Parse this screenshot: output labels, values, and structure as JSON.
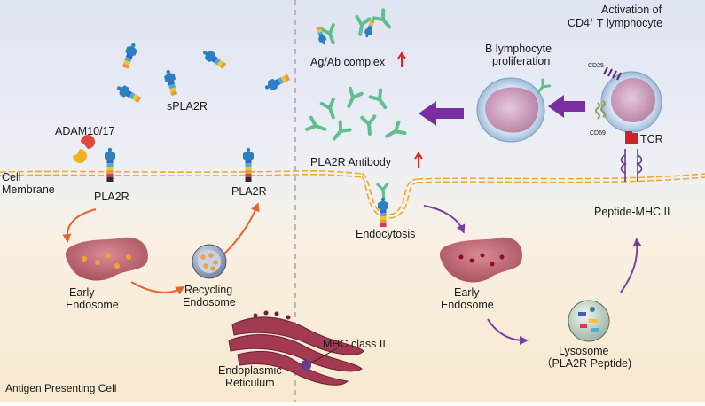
{
  "labels": {
    "spla2r": "sPLA2R",
    "adam": "ADAM10/17",
    "cell": "Cell",
    "membrane": "Membrane",
    "pla2r_left": "PLA2R",
    "pla2r_right": "PLA2R",
    "early_endosome_left_1": "Early",
    "early_endosome_left_2": "Endosome",
    "recycling_endosome_1": "Recycling",
    "recycling_endosome_2": "Endosome",
    "er_1": "Endoplasmic",
    "er_2": "Reticulum",
    "mhc_class_ii": "MHC class II",
    "apc": "Antigen Presenting Cell",
    "ag_ab_complex": "Ag/Ab complex",
    "pla2r_antibody": "PLA2R Antibody",
    "b_lymph_1": "B lymphocyte",
    "b_lymph_2": "proliferation",
    "activation_1": "Activation of",
    "activation_2": "CD4",
    "activation_sup": "+",
    "activation_3": " T lymphocyte",
    "cd25": "CD25",
    "cd69": "CD69",
    "tcr": "TCR",
    "peptide_mhc": "Peptide-MHC II",
    "endocytosis": "Endocytosis",
    "early_endosome_right_1": "Early",
    "early_endosome_right_2": "Endosome",
    "lysosome_1": "Lysosome",
    "lysosome_2": "（PLA2R Peptide)"
  },
  "colors": {
    "bg_top": "#e4e8f3",
    "bg_bottom": "#f8ecd5",
    "membrane": "#f0a928",
    "orange_arrow": "#e8642a",
    "purple_arrow": "#7a3ea1",
    "antibody": "#5fbf8e",
    "up_arrow": "#e0201c",
    "endosome": "#c76b76",
    "er": "#a23a52",
    "lymphocyte": "#c99ab5",
    "tcr": "#d0202a"
  },
  "icons": {
    "up_arrow": "arrow-up-icon",
    "big_arrow": "block-arrow-left-icon"
  }
}
